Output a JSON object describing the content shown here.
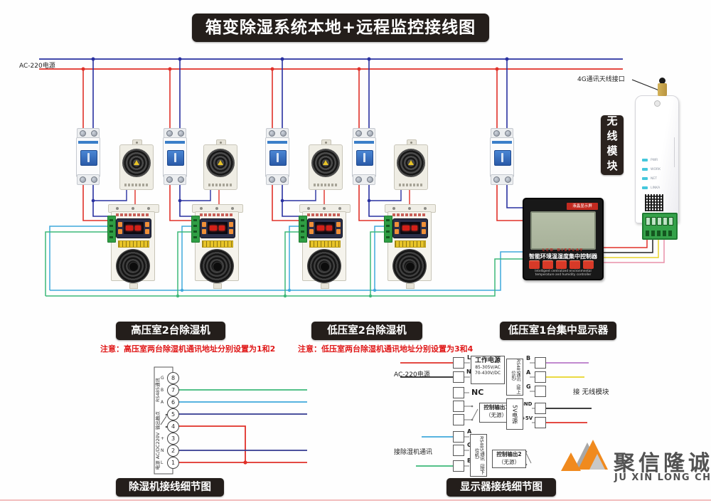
{
  "title": "箱变除湿系统本地+远程监控接线图",
  "power": {
    "ac_label": "AC-220电源"
  },
  "wireless": {
    "antenna_label": "4G通讯天线接口",
    "module_label": "无线模块",
    "leds": [
      "PWR",
      "WORK",
      "NET",
      "LINKA"
    ]
  },
  "controller": {
    "screen_tag": "液晶显示屏",
    "lcd_caption": "LCD DISPLAY",
    "name_cn": "智能环境温湿度集中控制器",
    "name_en_1": "Intelligent centralized environmental",
    "name_en_2": "temperature and humidity controller"
  },
  "sections": {
    "hv_label": "高压室2台除湿机",
    "lv_label": "低压室2台除湿机",
    "display_label": "低压室1台集中显示器",
    "hv_note": "注意：高压室两台除湿机通讯地址分别设置为1和2",
    "lv_note": "注意：低压室两台除湿机通讯地址分别设置为3和4"
  },
  "dehu_detail": {
    "title": "除湿机接线细节图",
    "group_rs485": "RS485通讯",
    "group_contact": "输出触点",
    "group_power": "电源 AC/DC220V",
    "terminals": [
      {
        "num": "8",
        "tag": "G"
      },
      {
        "num": "7",
        "tag": "B"
      },
      {
        "num": "6",
        "tag": "A"
      },
      {
        "num": "5",
        "tag": ""
      },
      {
        "num": "4",
        "tag": ""
      },
      {
        "num": "3",
        "tag": "+"
      },
      {
        "num": "2",
        "tag": "N"
      },
      {
        "num": "1",
        "tag": "L"
      }
    ]
  },
  "disp_detail": {
    "title": "显示器接线细节图",
    "ac_label": "AC-220电源",
    "term_L": "L",
    "term_N": "N",
    "term_NC": "NC",
    "term_A": "A",
    "term_G": "G",
    "term_B": "B",
    "work_power_title": "工作电源",
    "work_power_ac": "85-305V/AC",
    "work_power_dc": "70-430V/DC",
    "ctrl_out1_1": "控制输出1",
    "ctrl_out1_2": "（无源）",
    "ctrl_out2_1": "控制输出2",
    "ctrl_out2_2": "（无源）",
    "dehu_comm": "接除湿机通讯",
    "rs485_down": "RS485通讯（接下位机）",
    "rs485_up": "RS485通讯（接上位机）",
    "right_B": "B",
    "right_A": "A",
    "right_G": "G",
    "gnd": "GND",
    "v5p": "+5V",
    "v5_group": "5V电源",
    "to_wireless": "接 无线模块"
  },
  "logo": {
    "cn": "聚信隆诚",
    "en": "JU XIN LONG CHENG"
  },
  "colors": {
    "wire_red": "#e03028",
    "wire_blue": "#2830a0",
    "wire_cyan": "#3fa8dc",
    "wire_green": "#3cb878",
    "wire_yellow": "#e8d428",
    "wire_purple": "#b878c8",
    "wire_pink": "#e890a8",
    "wire_black": "#222222",
    "label_bg": "#241e1b",
    "note_red": "#e01818",
    "logo_orange": "#f08a1e"
  }
}
